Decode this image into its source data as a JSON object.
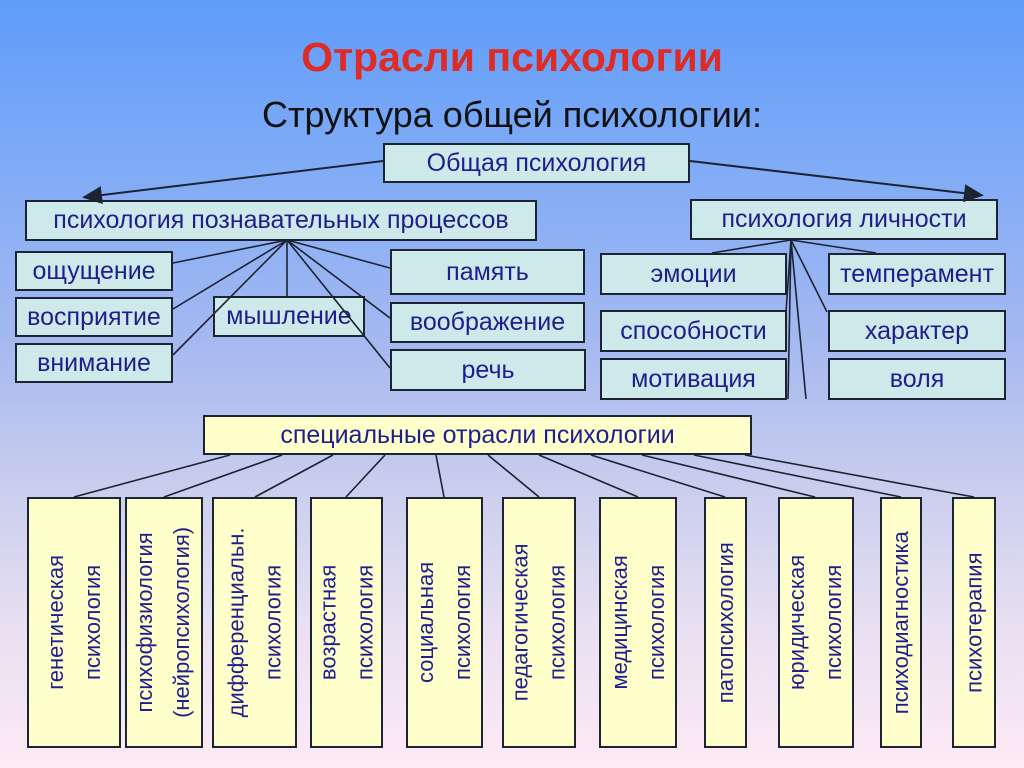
{
  "header": {
    "title": "Отрасли психологии",
    "subtitle": "Структура общей психологии:"
  },
  "root_label": "Общая психология",
  "branches": {
    "cognitive": {
      "label": "психология познавательных процессов",
      "children": [
        "ощущение",
        "восприятие",
        "внимание",
        "мышление",
        "память",
        "воображение",
        "речь"
      ]
    },
    "personality": {
      "label": "психология личности",
      "children": [
        "эмоции",
        "темперамент",
        "способности",
        "характер",
        "мотивация",
        "воля"
      ]
    }
  },
  "special": {
    "label": "специальные отрасли психологии",
    "children": [
      "генетическая\nпсихология",
      "психофизиология\n(нейропсихология)",
      "дифференциальн.\nпсихология",
      "возрастная\nпсихология",
      "социальная\nпсихология",
      "педагогическая\nпсихология",
      "медицинская\nпсихология",
      "патопсихология",
      "юридическая\nпсихология",
      "психодиагностика",
      "психотерапия"
    ]
  },
  "colors": {
    "background_top": "#5f9cfa",
    "background_bottom": "#fdeaf5",
    "box_fill_cyan": "#cde9e9",
    "box_fill_yellow": "#ffffcc",
    "box_border": "#1c2333",
    "box_text": "#1e1e8f",
    "title_red": "#dd2b26",
    "subtitle_black": "#111111",
    "connector": "#1c2333"
  }
}
